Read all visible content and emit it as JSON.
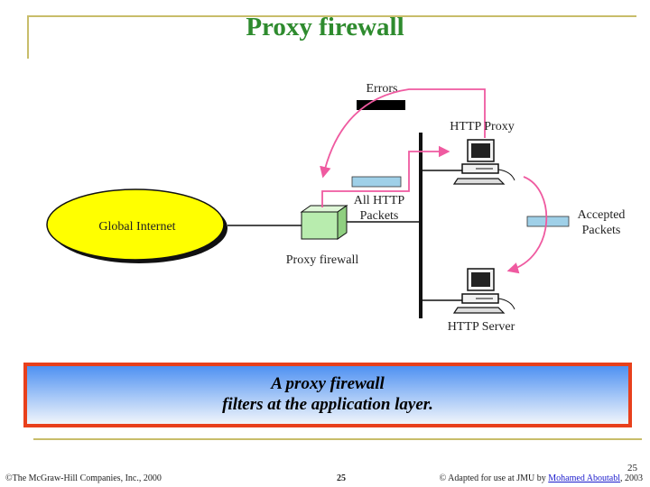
{
  "slide": {
    "title": "Proxy firewall",
    "page_number": "25"
  },
  "diagram": {
    "cloud_label": "Global Internet",
    "firewall_label": "Proxy firewall",
    "errors_label": "Errors",
    "all_http_line1": "All HTTP",
    "all_http_line2": "Packets",
    "proxy_label": "HTTP Proxy",
    "server_label": "HTTP Server",
    "accepted_line1": "Accepted",
    "accepted_line2": "Packets",
    "colors": {
      "cloud": "#ffff00",
      "firewall": "#b8ecae",
      "packet": "#9fd0e8",
      "arrow": "#ef5aa0"
    }
  },
  "callout": {
    "line1": "A proxy firewall",
    "line2": "filters at the application layer."
  },
  "footer": {
    "left": "©The McGraw-Hill Companies, Inc., 2000",
    "center": "25",
    "right_prefix": "© Adapted for use at JMU by ",
    "right_link": "Mohamed Aboutabl",
    "right_suffix": ", 2003"
  }
}
